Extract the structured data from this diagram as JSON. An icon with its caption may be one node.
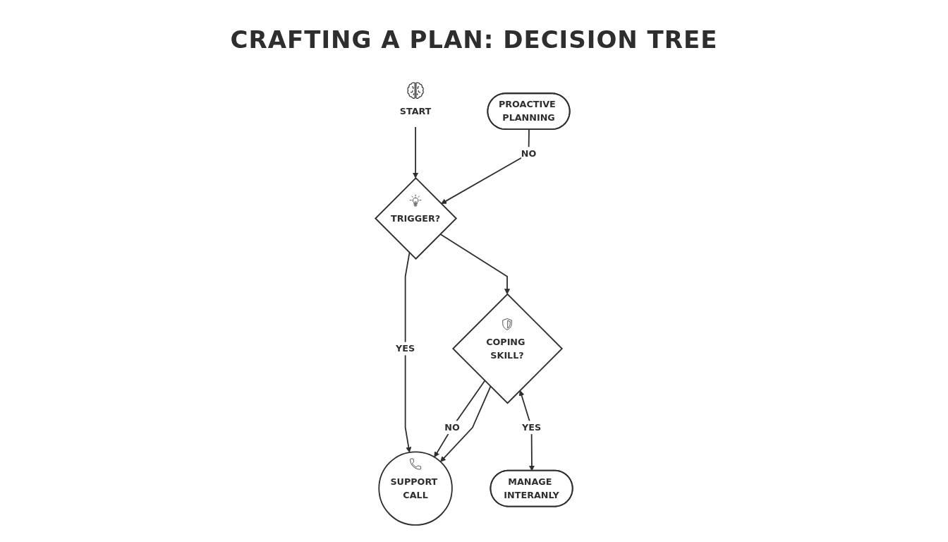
{
  "diagram": {
    "title": "CRAFTING A PLAN: DECISION TREE",
    "nodes": [
      {
        "text": [
          "START"
        ]
      },
      {
        "text": [
          "TRIGGER?"
        ]
      },
      {
        "text": [
          "PROACTIVE PLANNING"
        ]
      },
      {
        "text": [
          "COPING SKILL?"
        ]
      },
      {
        "text": [
          "MANAGE INTERANLY"
        ]
      },
      {
        "text": [
          "SUPPORT CALL"
        ]
      }
    ],
    "edges": [
      {
        "from": 0,
        "to": 1,
        "arrow": "to"
      },
      {
        "from": 2,
        "to": 1,
        "arrow": "to",
        "label": "NO"
      },
      {
        "from": 1,
        "to": 5,
        "arrow": "to",
        "label": "YES"
      },
      {
        "from": 1,
        "to": 3,
        "arrow": "to"
      },
      {
        "from": 3,
        "to": 4,
        "arrow": "both",
        "label": "YES"
      },
      {
        "from": 3,
        "to": 5,
        "arrow": "to",
        "label": "NO"
      },
      {
        "from": 3,
        "to": 5,
        "arrow": "to"
      }
    ]
  }
}
